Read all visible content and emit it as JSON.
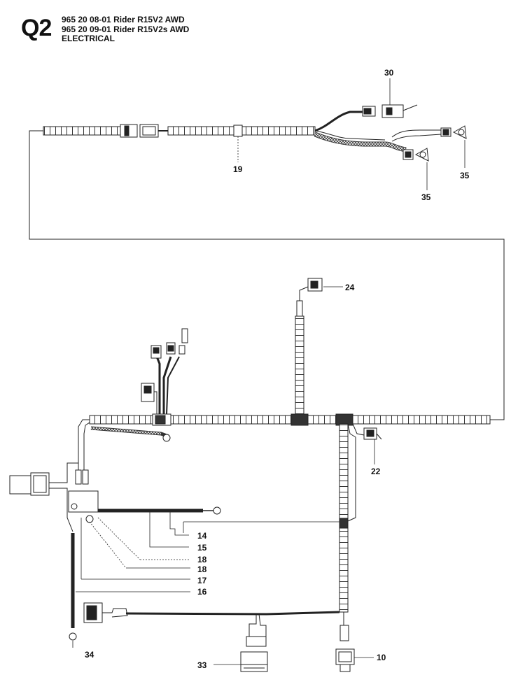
{
  "header": {
    "code": "Q2",
    "lines": [
      "965 20 08-01 Rider R15V2 AWD",
      "965 20 09-01 Rider R15V2s AWD",
      "ELECTRICAL"
    ]
  },
  "callouts": {
    "c30": "30",
    "c19": "19",
    "c35a": "35",
    "c35b": "35",
    "c24": "24",
    "c22": "22",
    "c14": "14",
    "c15": "15",
    "c18a": "18",
    "c18b": "18",
    "c17": "17",
    "c16": "16",
    "c34": "34",
    "c33": "33",
    "c10": "10"
  },
  "colors": {
    "line": "#222222",
    "harness": "#333333",
    "leader": "#555555"
  }
}
